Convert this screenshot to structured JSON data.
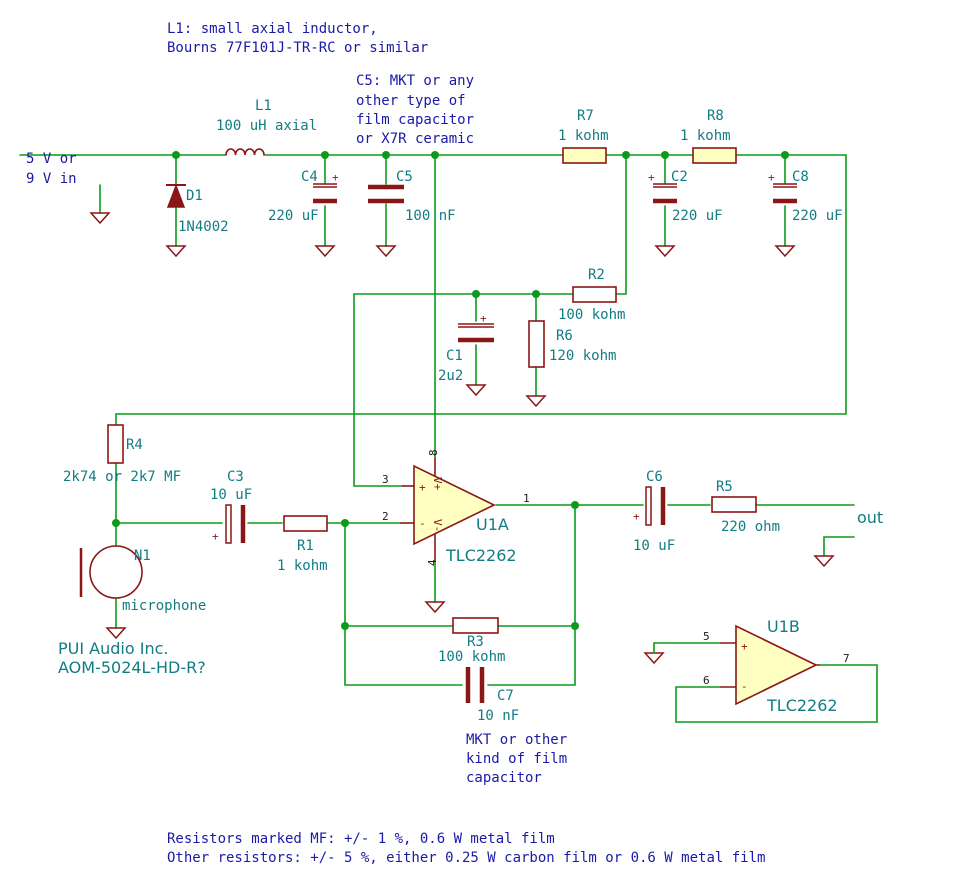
{
  "notes": {
    "l1_line1": "L1: small axial inductor,",
    "l1_line2": "Bourns 77F101J-TR-RC or similar",
    "c5_line1": "C5: MKT or any",
    "c5_line2": "other type of",
    "c5_line3": "film capacitor",
    "c5_line4": "or X7R ceramic",
    "c7_line1": "MKT or other",
    "c7_line2": "kind of film",
    "c7_line3": "capacitor",
    "mic_line1": "PUI Audio Inc.",
    "mic_line2": "AOM-5024L-HD-R?",
    "footer_line1": "Resistors marked MF: +/- 1 %, 0.6 W metal film",
    "footer_line2": "Other resistors: +/- 5 %, either 0.25 W carbon film or 0.6 W metal film"
  },
  "input": {
    "line1": "5 V or",
    "line2": "9 V in"
  },
  "output": {
    "label": "out"
  },
  "components": {
    "L1": {
      "ref": "L1",
      "value": "100 uH axial"
    },
    "D1": {
      "ref": "D1",
      "value": "1N4002"
    },
    "C4": {
      "ref": "C4",
      "value": "220 uF"
    },
    "C5": {
      "ref": "C5",
      "value": "100 nF"
    },
    "R7": {
      "ref": "R7",
      "value": "1 kohm"
    },
    "R8": {
      "ref": "R8",
      "value": "1 kohm"
    },
    "C2": {
      "ref": "C2",
      "value": "220 uF"
    },
    "C8": {
      "ref": "C8",
      "value": "220 uF"
    },
    "R2": {
      "ref": "R2",
      "value": "100 kohm"
    },
    "C1": {
      "ref": "C1",
      "value": "2u2"
    },
    "R6": {
      "ref": "R6",
      "value": "120 kohm"
    },
    "R4": {
      "ref": "R4",
      "value": "2k74 or 2k7 MF"
    },
    "C3": {
      "ref": "C3",
      "value": "10 uF"
    },
    "R1": {
      "ref": "R1",
      "value": "1 kohm"
    },
    "N1": {
      "ref": "N1",
      "value": "microphone"
    },
    "U1A": {
      "ref": "U1A",
      "value": "TLC2262"
    },
    "U1B": {
      "ref": "U1B",
      "value": "TLC2262"
    },
    "C6": {
      "ref": "C6",
      "value": "10 uF"
    },
    "R5": {
      "ref": "R5",
      "value": "220 ohm"
    },
    "R3": {
      "ref": "R3",
      "value": "100 kohm"
    },
    "C7": {
      "ref": "C7",
      "value": "10 nF"
    }
  },
  "pins": {
    "u1a_in_plus": "3",
    "u1a_in_minus": "2",
    "u1a_out": "1",
    "u1a_vplus": "8",
    "u1a_vminus": "4",
    "u1b_in_plus": "5",
    "u1b_in_minus": "6",
    "u1b_out": "7",
    "sym_plus": "+",
    "sym_minus": "-",
    "sym_vplus": "V+",
    "sym_vminus": "V-"
  },
  "polarity": {
    "c4": "+",
    "c2": "+",
    "c8": "+",
    "c1": "+",
    "c3": "+",
    "c6": "+"
  },
  "colors": {
    "wire": "#0a9b1a",
    "component": "#8a1616",
    "component_fill": "#ffffc2",
    "text": "#127c84",
    "note": "#1a1aa8"
  }
}
